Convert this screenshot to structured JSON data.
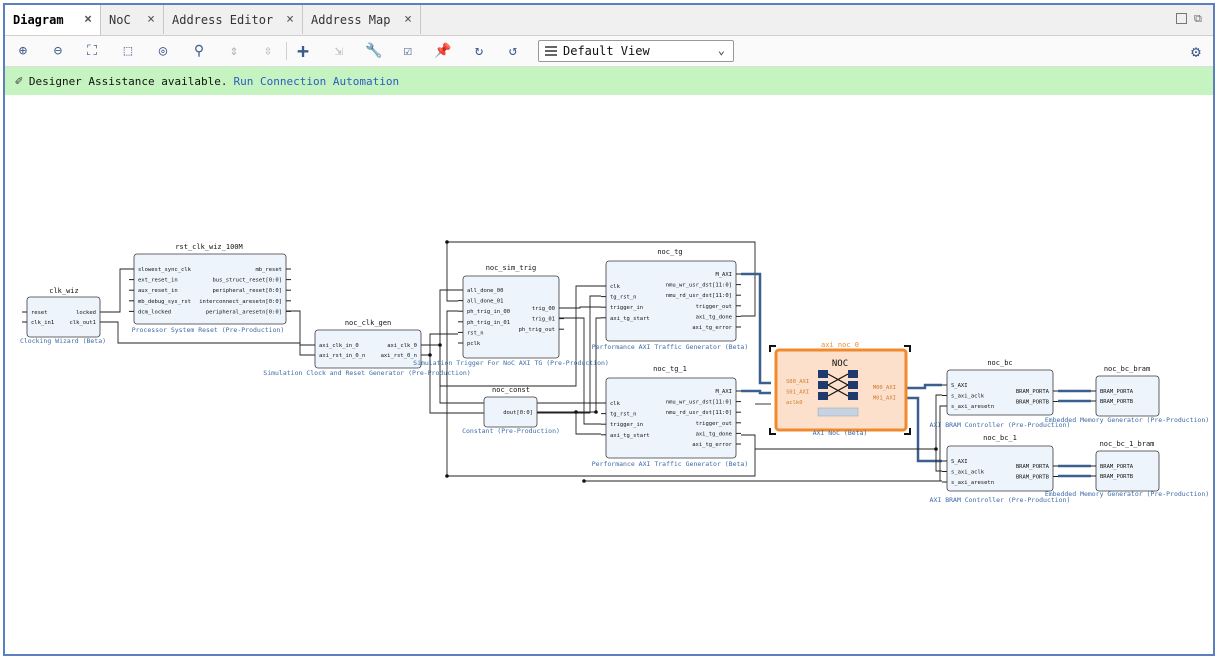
{
  "tabs": [
    {
      "label": "Diagram",
      "active": true
    },
    {
      "label": "NoC",
      "active": false
    },
    {
      "label": "Address Editor",
      "active": false
    },
    {
      "label": "Address Map",
      "active": false
    }
  ],
  "toolbar": {
    "icons": [
      "zoom-in-icon",
      "zoom-out-icon",
      "fit-icon",
      "zoom-area-icon",
      "locate-icon",
      "search-icon",
      "collapse-icon",
      "expand-icon",
      "add-ip-icon",
      "dim-icon",
      "wrench-icon",
      "validate-icon",
      "pin-icon",
      "refresh-icon",
      "regenerate-icon"
    ],
    "view_select": "Default View",
    "settings_icon": "gear-icon"
  },
  "banner": {
    "text": "Designer Assistance available.",
    "link": "Run Connection Automation",
    "bg": "#c6f4c0"
  },
  "blocks": {
    "clk_wiz": {
      "name": "clk_wiz",
      "caption": "Clocking Wizard (Beta)",
      "in": [
        "reset",
        "clk_in1"
      ],
      "out": [
        "locked",
        "clk_out1"
      ]
    },
    "rst": {
      "name": "rst_clk_wiz_100M",
      "caption": "Processor System Reset (Pre-Production)",
      "in": [
        "slowest_sync_clk",
        "ext_reset_in",
        "aux_reset_in",
        "mb_debug_sys_rst",
        "dcm_locked"
      ],
      "out": [
        "mb_reset",
        "bus_struct_reset[0:0]",
        "peripheral_reset[0:0]",
        "interconnect_aresetn[0:0]",
        "peripheral_aresetn[0:0]"
      ]
    },
    "clk_gen": {
      "name": "noc_clk_gen",
      "caption": "Simulation Clock and Reset Generator (Pre-Production)",
      "in": [
        "axi_clk_in_0",
        "axi_rst_in_0_n"
      ],
      "out": [
        "axi_clk_0",
        "axi_rst_0_n"
      ]
    },
    "sim_trig": {
      "name": "noc_sim_trig",
      "caption": "Simulation Trigger For NoC AXI TG (Pre-Production)",
      "in": [
        "all_done_00",
        "all_done_01",
        "ph_trig_in_00",
        "ph_trig_in_01",
        "rst_n",
        "pclk"
      ],
      "out": [
        "trig_00",
        "trig_01",
        "ph_trig_out"
      ]
    },
    "const": {
      "name": "noc_const",
      "caption": "Constant (Pre-Production)",
      "out": [
        "dout[0:0]"
      ]
    },
    "tg": {
      "name": "noc_tg",
      "caption": "Performance AXI Traffic Generator (Beta)",
      "in": [
        "clk",
        "tg_rst_n",
        "trigger_in",
        "axi_tg_start"
      ],
      "out": [
        "M_AXI",
        "nmu_wr_usr_dst[11:0]",
        "nmu_rd_usr_dst[11:0]",
        "trigger_out",
        "axi_tg_done",
        "axi_tg_error"
      ]
    },
    "tg1": {
      "name": "noc_tg_1",
      "caption": "Performance AXI Traffic Generator (Beta)",
      "in": [
        "clk",
        "tg_rst_n",
        "trigger_in",
        "axi_tg_start"
      ],
      "out": [
        "M_AXI",
        "nmu_wr_usr_dst[11:0]",
        "nmu_rd_usr_dst[11:0]",
        "trigger_out",
        "axi_tg_done",
        "axi_tg_error"
      ]
    },
    "noc": {
      "name": "axi_noc_0",
      "caption": "AXI NoC (Beta)",
      "logo": "NOC",
      "in": [
        "S00_AXI",
        "S01_AXI",
        "aclk0"
      ],
      "out": [
        "M00_AXI",
        "M01_AXI"
      ],
      "fill": "#fde0cc",
      "border": "#f08a2c"
    },
    "bc": {
      "name": "noc_bc",
      "caption": "AXI BRAM Controller (Pre-Production)",
      "in": [
        "S_AXI",
        "s_axi_aclk",
        "s_axi_aresetn"
      ],
      "out": [
        "BRAM_PORTA",
        "BRAM_PORTB"
      ]
    },
    "bc1": {
      "name": "noc_bc_1",
      "caption": "AXI BRAM Controller (Pre-Production)",
      "in": [
        "S_AXI",
        "s_axi_aclk",
        "s_axi_aresetn"
      ],
      "out": [
        "BRAM_PORTA",
        "BRAM_PORTB"
      ]
    },
    "bram": {
      "name": "noc_bc_bram",
      "caption": "Embedded Memory Generator (Pre-Production)",
      "in": [
        "BRAM_PORTA",
        "BRAM_PORTB"
      ]
    },
    "bram1": {
      "name": "noc_bc_1_bram",
      "caption": "Embedded Memory Generator (Pre-Production)",
      "in": [
        "BRAM_PORTA",
        "BRAM_PORTB"
      ]
    }
  },
  "colors": {
    "block_fill": "#eef4fc",
    "block_border": "#3a3a3a",
    "caption": "#3d6aa8",
    "wire": "#222222",
    "bus": "#3b5f8f"
  }
}
